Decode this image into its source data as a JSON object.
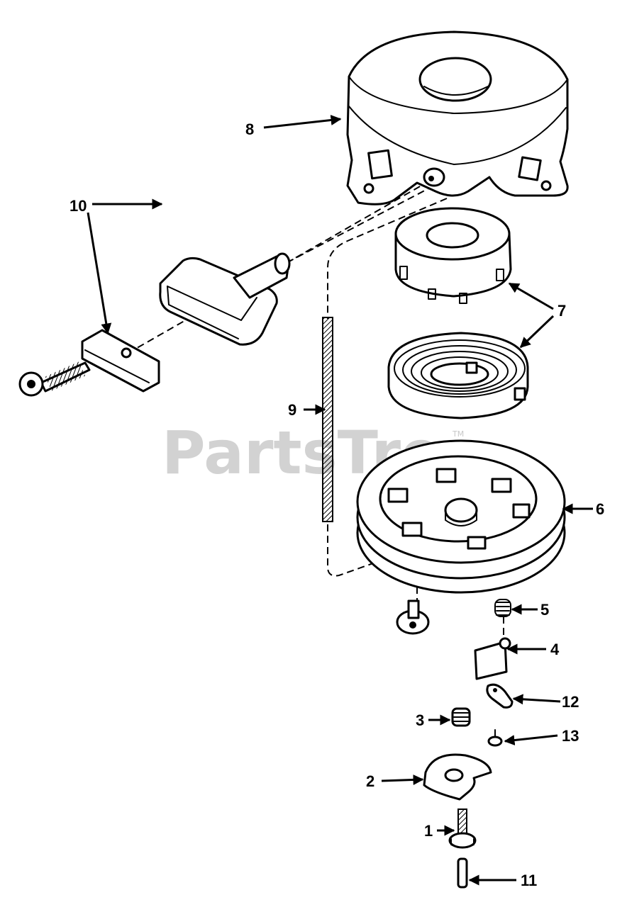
{
  "watermark": {
    "text": "PartsTree",
    "tm": "TM"
  },
  "callouts": [
    {
      "id": "8",
      "label": "8"
    },
    {
      "id": "10",
      "label": "10"
    },
    {
      "id": "7",
      "label": "7"
    },
    {
      "id": "9",
      "label": "9"
    },
    {
      "id": "6",
      "label": "6"
    },
    {
      "id": "5",
      "label": "5"
    },
    {
      "id": "4",
      "label": "4"
    },
    {
      "id": "12",
      "label": "12"
    },
    {
      "id": "3",
      "label": "3"
    },
    {
      "id": "13",
      "label": "13"
    },
    {
      "id": "2",
      "label": "2"
    },
    {
      "id": "1",
      "label": "1"
    },
    {
      "id": "11",
      "label": "11"
    }
  ]
}
